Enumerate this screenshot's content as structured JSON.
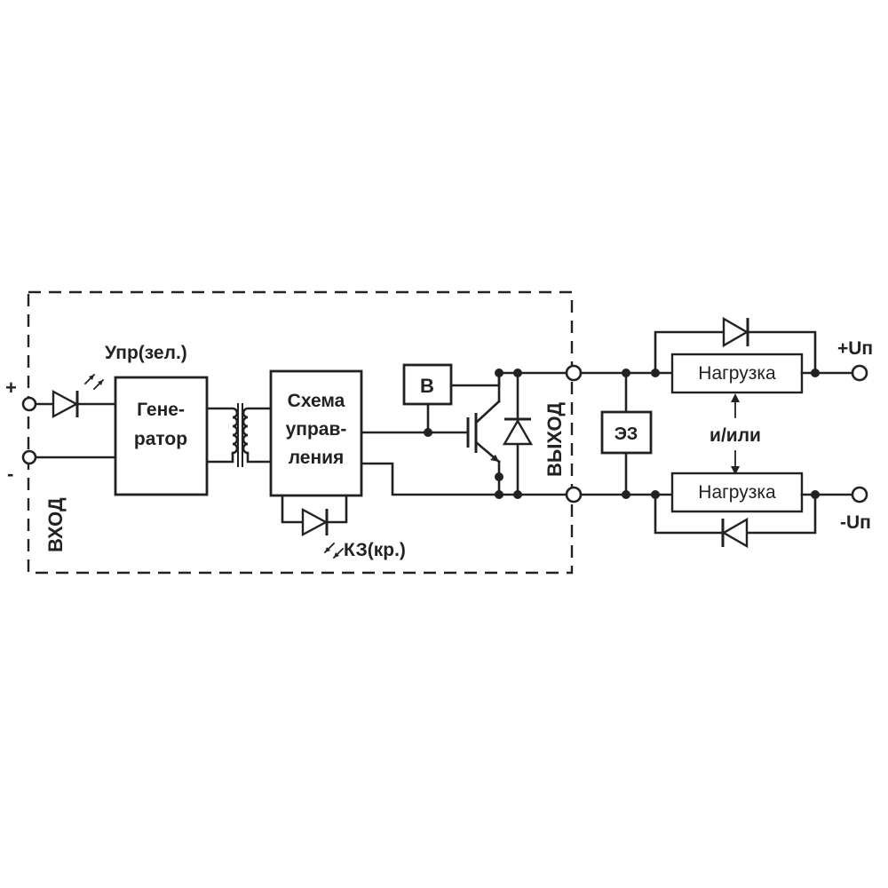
{
  "input": {
    "plus": "+",
    "minus": "-",
    "label": "ВХОД"
  },
  "led_control": {
    "label": "Упр(зел.)"
  },
  "generator": {
    "line1": "Гене-",
    "line2": "ратор"
  },
  "control_circuit": {
    "line1": "Схема",
    "line2": "управ-",
    "line3": "ления"
  },
  "led_short": {
    "label": "КЗ(кр.)"
  },
  "block_b": {
    "label": "В"
  },
  "output": {
    "label": "ВЫХОД"
  },
  "protection": {
    "label": "ЭЗ"
  },
  "load_top": {
    "label": "Нагрузка"
  },
  "load_bottom": {
    "label": "Нагрузка"
  },
  "and_or": {
    "label": "и/или"
  },
  "supply": {
    "plus": "+Uп",
    "minus": "-Uп"
  }
}
